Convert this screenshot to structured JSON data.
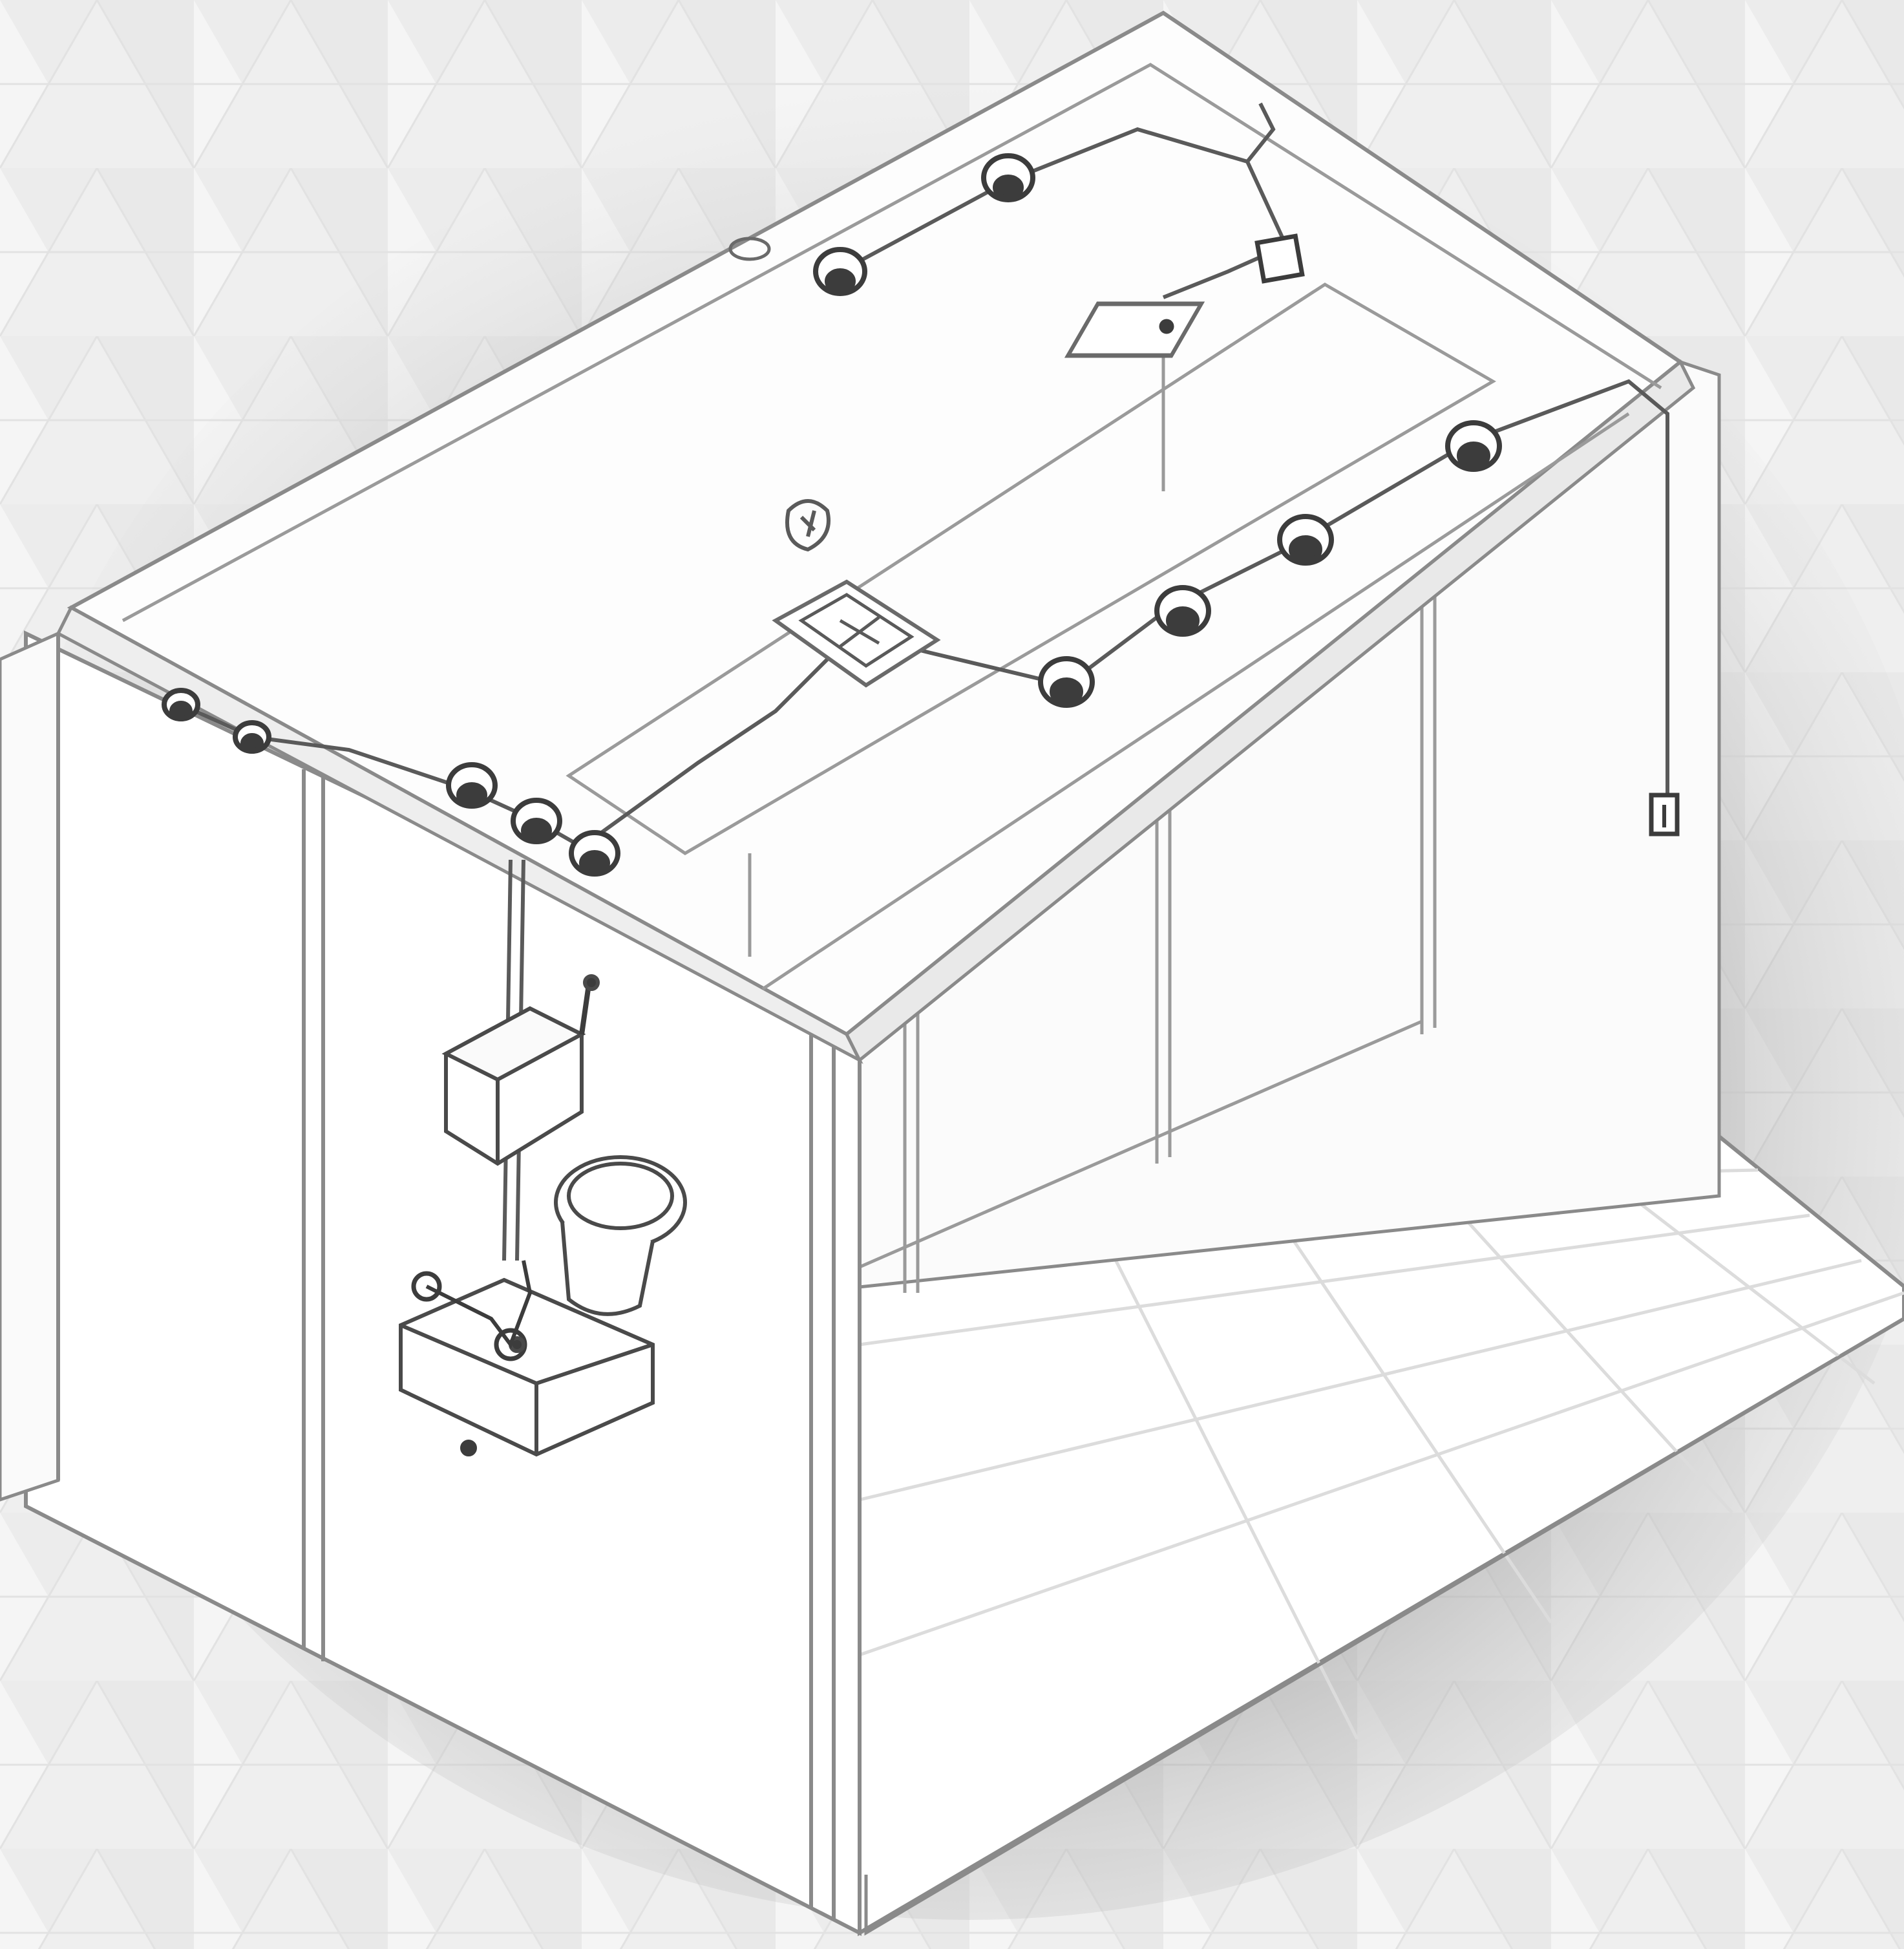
{
  "diagram": {
    "style": "isometric line drawing of a modular bathroom unit with overhead wiring",
    "colors": {
      "background": "#f4f4f4",
      "pattern": "#e3e3e3",
      "wall_fill": "#ffffff",
      "outline": "#8a8a8a",
      "dark_line": "#4a4a4a",
      "device": "#3c3c3c"
    },
    "components": [
      {
        "id": "ceiling-panel",
        "label": ""
      },
      {
        "id": "left-wall",
        "label": ""
      },
      {
        "id": "back-wall",
        "label": ""
      },
      {
        "id": "floor",
        "label": ""
      },
      {
        "id": "toilet",
        "label": ""
      },
      {
        "id": "junction-box",
        "label": ""
      },
      {
        "id": "light-fixtures",
        "label": ""
      },
      {
        "id": "ceiling-fan",
        "label": ""
      },
      {
        "id": "wall-switch",
        "label": ""
      }
    ]
  }
}
